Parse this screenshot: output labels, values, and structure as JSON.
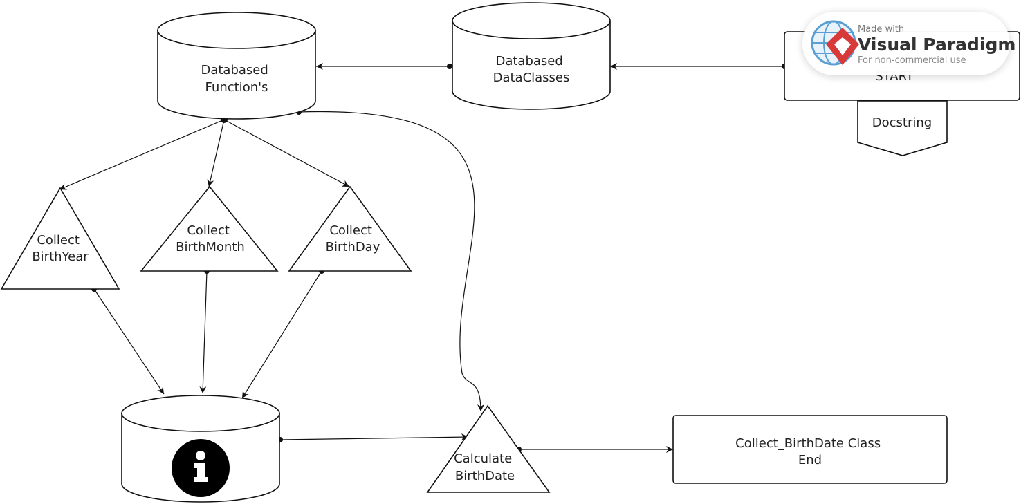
{
  "nodes": {
    "functions_db": {
      "lines": [
        "Databased",
        "Function's"
      ]
    },
    "dataclasses_db": {
      "lines": [
        "Databased",
        "DataClasses"
      ]
    },
    "start_box": {
      "lines": [
        "START"
      ]
    },
    "docstring": {
      "lines": [
        "Docstring"
      ]
    },
    "collect_year": {
      "lines": [
        "Collect",
        "BirthYear"
      ]
    },
    "collect_month": {
      "lines": [
        "Collect",
        "BirthMonth"
      ]
    },
    "collect_day": {
      "lines": [
        "Collect",
        "BirthDay"
      ]
    },
    "info_db": {
      "icon": "info-icon"
    },
    "calculate": {
      "lines": [
        "Calculate",
        "BirthDate"
      ]
    },
    "end_box": {
      "lines": [
        "Collect_BirthDate Class",
        "End"
      ]
    }
  },
  "watermark": {
    "made_with": "Made with",
    "brand": "Visual Paradigm",
    "note": "For non-commercial use",
    "icon": "visual-paradigm-logo-icon"
  }
}
